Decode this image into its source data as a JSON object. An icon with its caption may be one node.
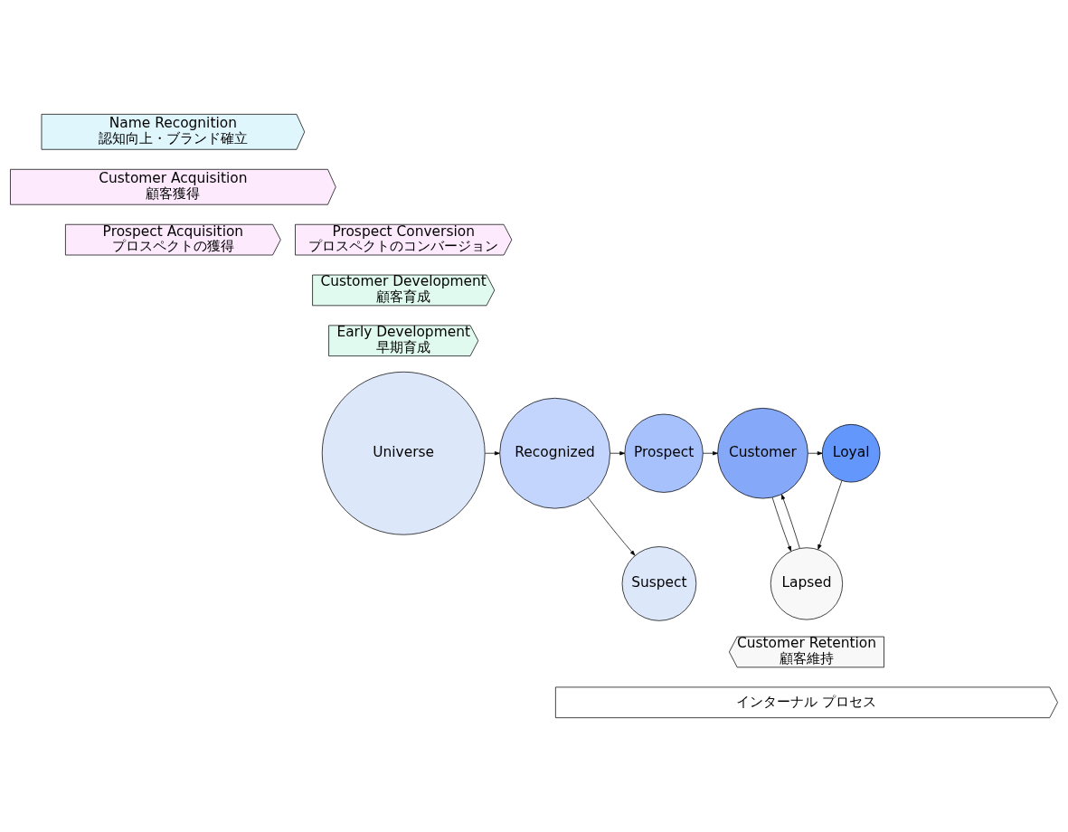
{
  "diagram": {
    "nodes": [
      {
        "text": [
          "Name Recognition",
          "認知向上・ブランド確立"
        ]
      },
      {
        "text": [
          "Customer Acquisition",
          "顧客獲得"
        ]
      },
      {
        "text": [
          "Prospect Acquisition",
          "プロスペクトの獲得"
        ]
      },
      {
        "text": [
          "Prospect Conversion",
          "プロスペクトのコンバージョン"
        ]
      },
      {
        "text": [
          "Customer Development",
          "顧客育成"
        ]
      },
      {
        "text": [
          "Early Development",
          "早期育成"
        ]
      },
      {
        "text": [
          "Universe"
        ]
      },
      {
        "text": [
          "Recognized"
        ]
      },
      {
        "text": [
          "Prospect"
        ]
      },
      {
        "text": [
          "Customer"
        ]
      },
      {
        "text": [
          "Loyal"
        ]
      },
      {
        "text": [
          "Suspect"
        ]
      },
      {
        "text": [
          "Lapsed"
        ]
      },
      {
        "text": [
          "Customer Retention",
          "顧客維持"
        ]
      },
      {
        "text": [
          "インターナル プロセス"
        ]
      }
    ],
    "edges": [
      {
        "from": 6,
        "to": 7,
        "arrow": "to"
      },
      {
        "from": 7,
        "to": 8,
        "arrow": "to"
      },
      {
        "from": 8,
        "to": 9,
        "arrow": "to"
      },
      {
        "from": 9,
        "to": 10,
        "arrow": "to"
      },
      {
        "from": 7,
        "to": 11,
        "arrow": "to"
      },
      {
        "from": 9,
        "to": 12,
        "arrow": "to"
      },
      {
        "from": 10,
        "to": 12,
        "arrow": "to"
      },
      {
        "from": 12,
        "to": 9,
        "arrow": "to"
      }
    ]
  }
}
